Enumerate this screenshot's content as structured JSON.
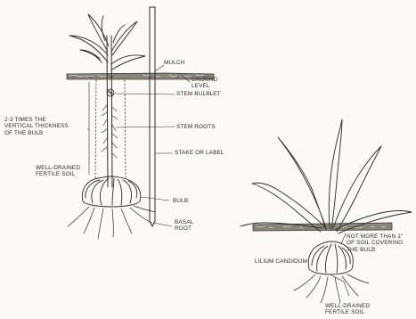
{
  "diagram": {
    "left_planting": {
      "mulch": "MULCH",
      "ground_level": "GROUND\nLEVEL",
      "stem_bulblet": "STEM BULBLET",
      "depth_note": "2-3 TIMES THE\nVERTICAL THICKNESS\nOF THE BULB",
      "stem_roots": "STEM ROOTS",
      "stake_or_label": "STAKE OR LABEL",
      "soil": "WELL-DRAINED\nFERTILE SOIL",
      "bulb": "BULB",
      "basal_root": "BASAL\nROOT"
    },
    "right_planting": {
      "soil_cover_note": "NOT MORE THAN 1\"\nOF SOIL COVERING\nTHE BULB",
      "species": "LILIUM CANDIDUM",
      "soil": "WELL-DRAINED\nFERTILE SOIL"
    }
  },
  "colors": {
    "ink": "#2a2a2a",
    "paper": "#fbfaf6",
    "ground": "#6e6a60"
  }
}
